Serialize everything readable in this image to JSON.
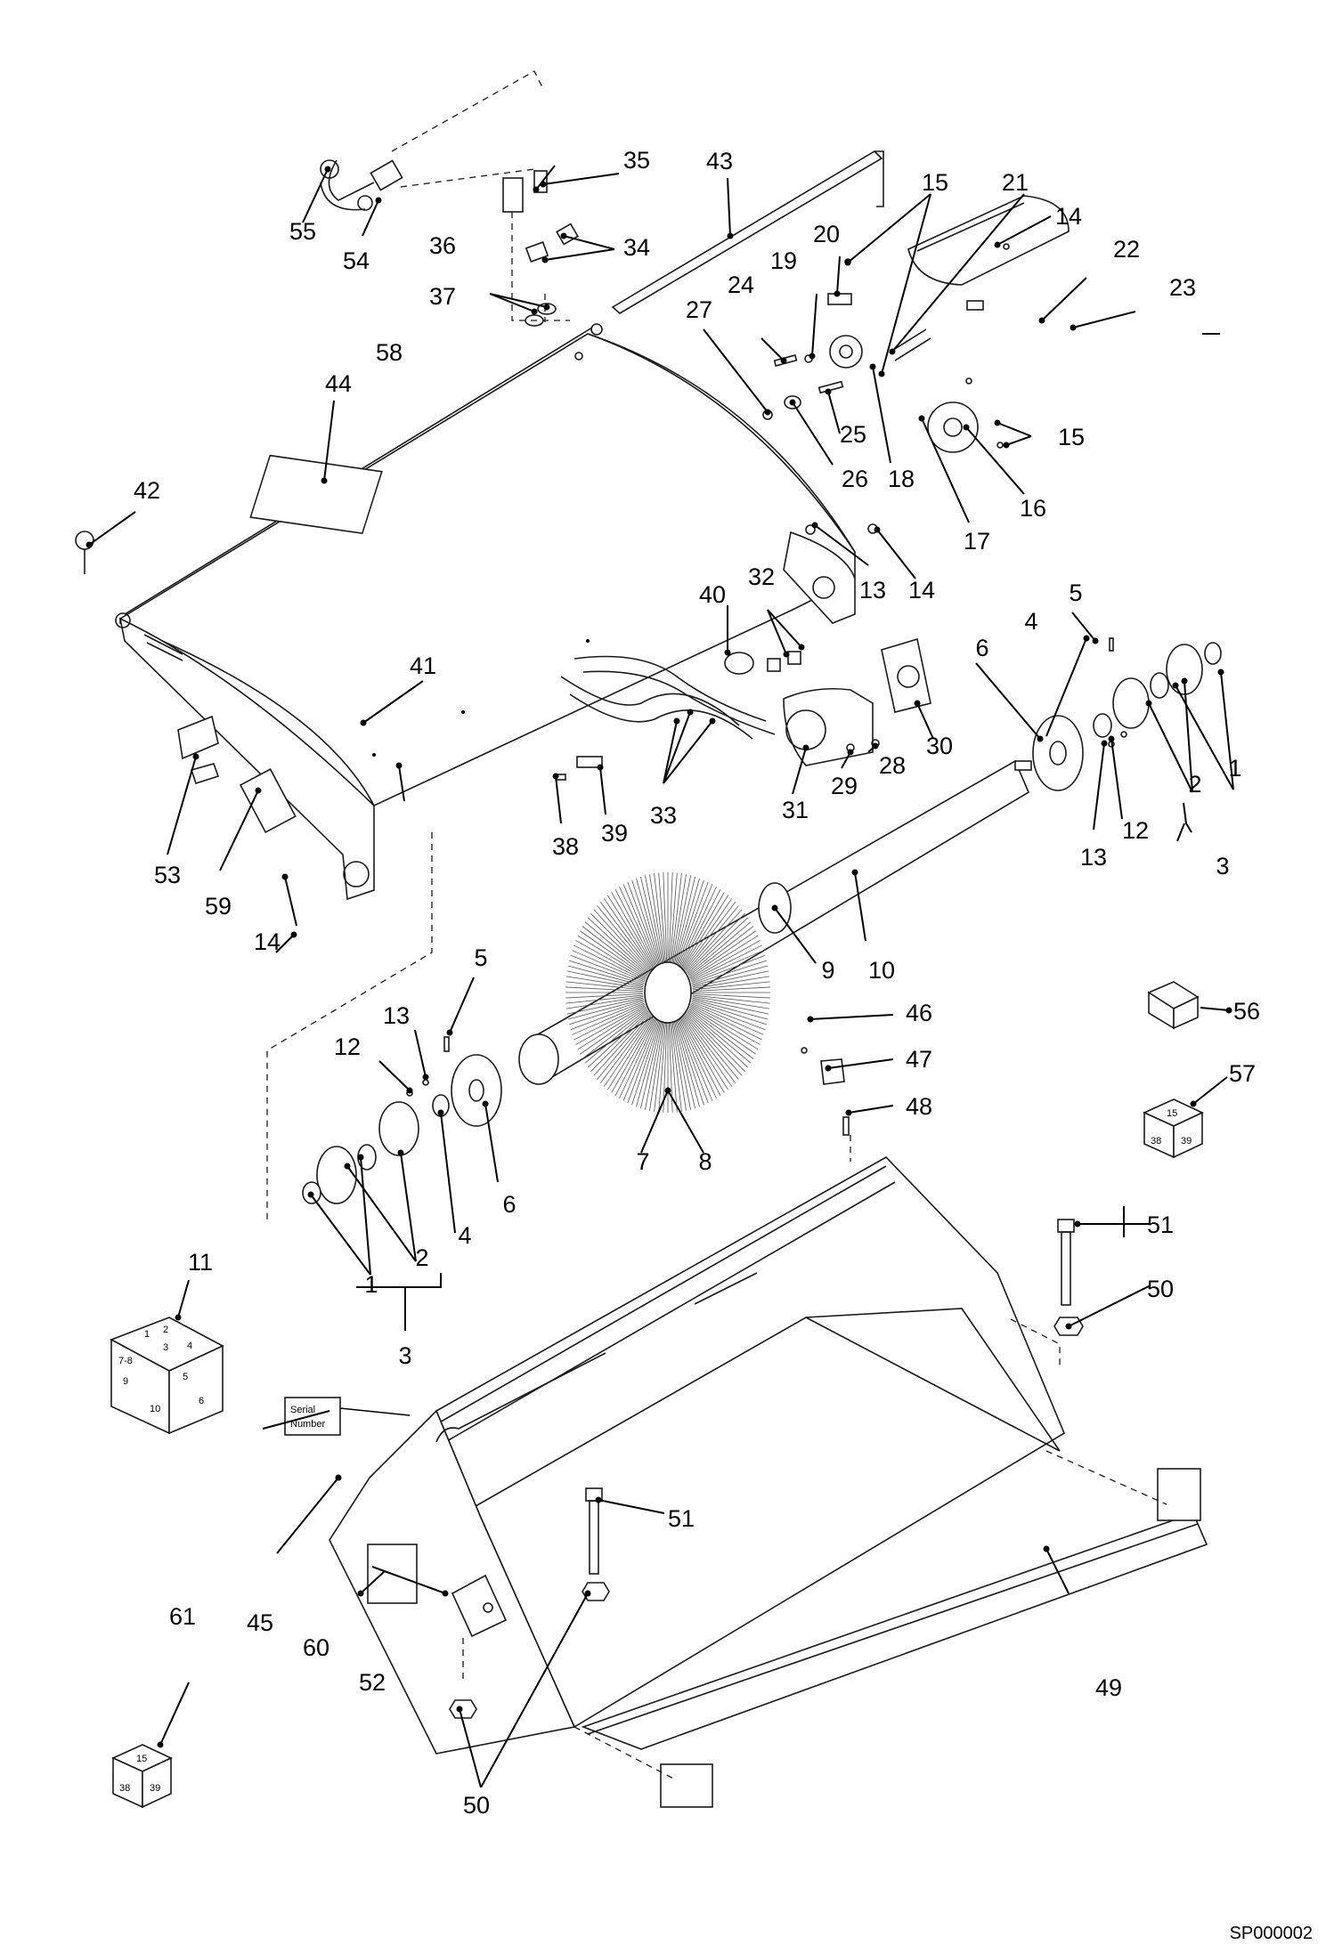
{
  "document_id": "SP000002",
  "serial_tag": {
    "line1": "Serial",
    "line2": "Number"
  },
  "kit_box_11": {
    "c1": "1",
    "c2": "2",
    "c3": "3",
    "c4": "4",
    "c78": "7-8",
    "c5": "5",
    "c9": "9",
    "c10": "10",
    "c6": "6"
  },
  "kit_box_57": {
    "top": "15",
    "left": "38",
    "right": "39"
  },
  "kit_box_61": {
    "top": "15",
    "left": "38",
    "right": "39"
  },
  "callouts": {
    "c1a": "1",
    "c1b": "1",
    "c2a": "2",
    "c2b": "2",
    "c3a": "3",
    "c3b": "3",
    "c4a": "4",
    "c4b": "4",
    "c5a": "5",
    "c5b": "5",
    "c6a": "6",
    "c6b": "6",
    "c7": "7",
    "c8": "8",
    "c9": "9",
    "c10": "10",
    "c11": "11",
    "c12a": "12",
    "c12b": "12",
    "c13a": "13",
    "c13b": "13",
    "c13c": "13",
    "c14a": "14",
    "c14b": "14",
    "c14c": "14",
    "c15a": "15",
    "c15b": "15",
    "c16": "16",
    "c17": "17",
    "c18": "18",
    "c19": "19",
    "c20": "20",
    "c21": "21",
    "c22": "22",
    "c23": "23",
    "c24": "24",
    "c25": "25",
    "c26": "26",
    "c27": "27",
    "c28": "28",
    "c29": "29",
    "c30": "30",
    "c31": "31",
    "c32": "32",
    "c33": "33",
    "c34": "34",
    "c35": "35",
    "c36": "36",
    "c37": "37",
    "c38": "38",
    "c39": "39",
    "c40": "40",
    "c41": "41",
    "c42": "42",
    "c43": "43",
    "c44": "44",
    "c45": "45",
    "c46": "46",
    "c47": "47",
    "c48": "48",
    "c49": "49",
    "c50a": "50",
    "c50b": "50",
    "c51a": "51",
    "c51b": "51",
    "c52": "52",
    "c53": "53",
    "c54": "54",
    "c55": "55",
    "c56": "56",
    "c57": "57",
    "c58": "58",
    "c59": "59",
    "c60": "60",
    "c61": "61"
  }
}
